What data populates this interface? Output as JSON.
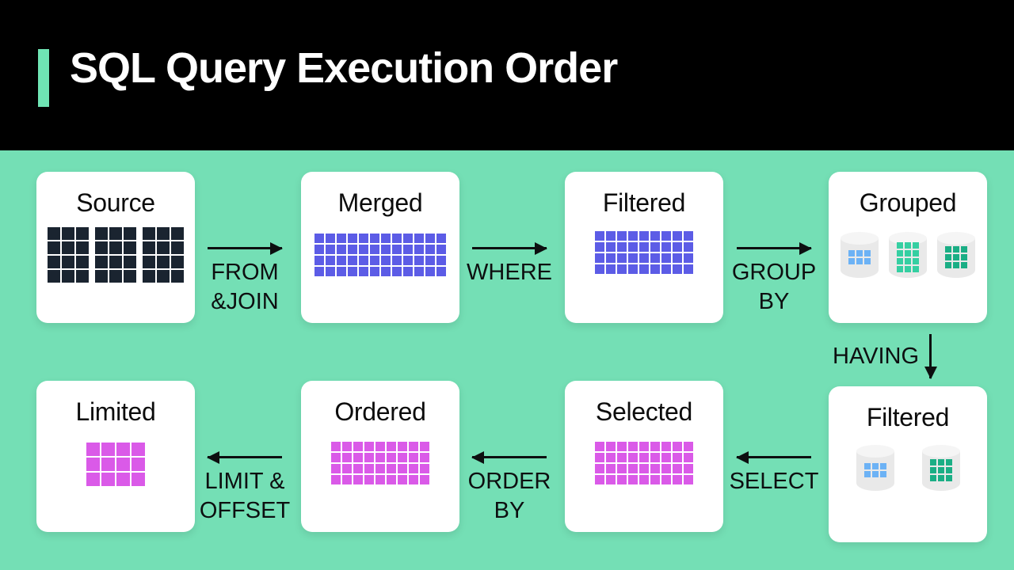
{
  "header": {
    "title": "SQL Query Execution Order"
  },
  "colors": {
    "header_bg": "#000000",
    "title_text": "#ffffff",
    "accent_bar": "#6fe4b4",
    "background": "#74dfb5",
    "card_bg": "#ffffff",
    "arrow": "#0d0f10",
    "table_dark": "#1a2430",
    "table_blue": "#5c5ce6",
    "table_magenta": "#da5ae8",
    "cylinder_body": "#e9e9e9",
    "cylinder_top": "#f5f5f5",
    "cell_blue": "#6cb2f5",
    "cell_teal": "#35cfa2",
    "cell_green": "#1aae85"
  },
  "nodes": [
    {
      "id": "source",
      "label": "Source",
      "tables": [
        {
          "cols": 3,
          "rows": 4,
          "color": "table_dark"
        },
        {
          "cols": 3,
          "rows": 4,
          "color": "table_dark"
        },
        {
          "cols": 3,
          "rows": 4,
          "color": "table_dark"
        }
      ]
    },
    {
      "id": "merged",
      "label": "Merged",
      "grid": {
        "cols": 12,
        "rows": 4,
        "color": "table_blue"
      }
    },
    {
      "id": "filtered_where",
      "label": "Filtered",
      "grid": {
        "cols": 9,
        "rows": 4,
        "color": "table_blue"
      }
    },
    {
      "id": "grouped",
      "label": "Grouped",
      "cylinders": [
        {
          "cols": 3,
          "rows": 2,
          "color": "cell_blue"
        },
        {
          "cols": 3,
          "rows": 4,
          "color": "cell_teal"
        },
        {
          "cols": 3,
          "rows": 3,
          "color": "cell_green"
        }
      ]
    },
    {
      "id": "filtered_having",
      "label": "Filtered",
      "cylinders": [
        {
          "cols": 3,
          "rows": 2,
          "color": "cell_blue"
        },
        {
          "cols": 3,
          "rows": 3,
          "color": "cell_green"
        }
      ]
    },
    {
      "id": "selected",
      "label": "Selected",
      "grid": {
        "cols": 9,
        "rows": 4,
        "color": "table_magenta"
      }
    },
    {
      "id": "ordered",
      "label": "Ordered",
      "grid": {
        "cols": 9,
        "rows": 4,
        "color": "table_magenta"
      }
    },
    {
      "id": "limited",
      "label": "Limited",
      "grid": {
        "cols": 4,
        "rows": 3,
        "color": "table_magenta"
      }
    }
  ],
  "edges": [
    {
      "id": "from_join",
      "lines": [
        "FROM",
        "&JOIN"
      ],
      "direction": "right"
    },
    {
      "id": "where",
      "lines": [
        "WHERE"
      ],
      "direction": "right"
    },
    {
      "id": "group_by",
      "lines": [
        "GROUP",
        "BY"
      ],
      "direction": "right"
    },
    {
      "id": "having",
      "lines": [
        "HAVING"
      ],
      "direction": "down"
    },
    {
      "id": "select",
      "lines": [
        "SELECT"
      ],
      "direction": "left"
    },
    {
      "id": "order_by",
      "lines": [
        "ORDER",
        "BY"
      ],
      "direction": "left"
    },
    {
      "id": "limit_offset",
      "lines": [
        "LIMIT &",
        "OFFSET"
      ],
      "direction": "left"
    }
  ]
}
